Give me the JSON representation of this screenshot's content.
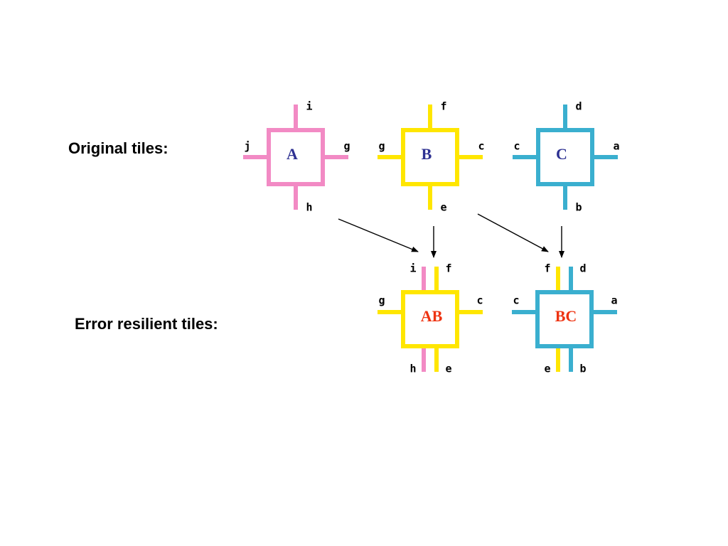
{
  "labels": {
    "original": "Original tiles:",
    "resilient": "Error resilient tiles:"
  },
  "colors": {
    "pink": "#F28AC4",
    "yellow": "#FFE600",
    "blue": "#3AAFCF",
    "original_name": "#2E3192",
    "resilient_name": "#EE3311",
    "arrow": "#000000"
  },
  "original_tiles": [
    {
      "name": "A",
      "color": "pink",
      "top": "i",
      "right": "g",
      "bottom": "h",
      "left": "j"
    },
    {
      "name": "B",
      "color": "yellow",
      "top": "f",
      "right": "c",
      "bottom": "e",
      "left": "g"
    },
    {
      "name": "C",
      "color": "blue",
      "top": "d",
      "right": "a",
      "bottom": "b",
      "left": "c"
    }
  ],
  "resilient_tiles": [
    {
      "name": "AB",
      "color": "yellow",
      "left_color": "pink",
      "right_color": "yellow",
      "top_left": "i",
      "top_right": "f",
      "bottom_left": "h",
      "bottom_right": "e",
      "left": "g",
      "right": "c"
    },
    {
      "name": "BC",
      "color": "blue",
      "left_color": "yellow",
      "right_color": "blue",
      "top_left": "f",
      "top_right": "d",
      "bottom_left": "e",
      "bottom_right": "b",
      "left": "c",
      "right": "a"
    }
  ]
}
